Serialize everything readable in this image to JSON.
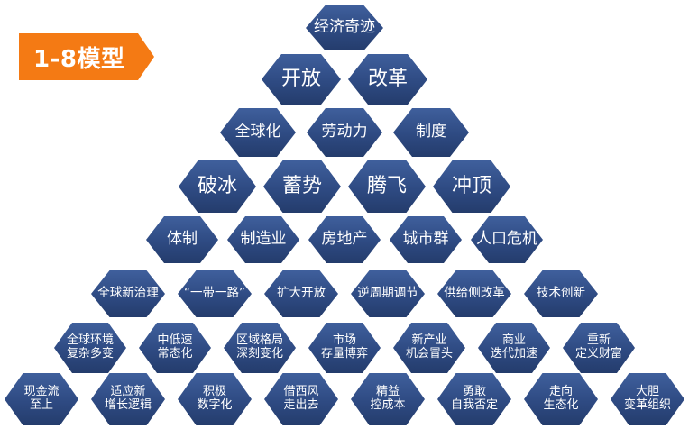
{
  "badge": {
    "label": "1-8模型",
    "color": "#f47a14"
  },
  "colors": {
    "hex_fill": "#2e4a82",
    "text": "#ffffff"
  },
  "rows": [
    [
      "经济奇迹"
    ],
    [
      "开放",
      "改革"
    ],
    [
      "全球化",
      "劳动力",
      "制度"
    ],
    [
      "破冰",
      "蓄势",
      "腾飞",
      "冲顶"
    ],
    [
      "体制",
      "制造业",
      "房地产",
      "城市群",
      "人口危机"
    ],
    [
      "全球新治理",
      "“一带一路”",
      "扩大开放",
      "逆周期调节",
      "供给侧改革",
      "技术创新"
    ],
    [
      "全球环境\n复杂多变",
      "中低速\n常态化",
      "区域格局\n深刻变化",
      "市场\n存量博弈",
      "新产业\n机会冒头",
      "商业\n迭代加速",
      "重新\n定义财富"
    ],
    [
      "现金流\n至上",
      "适应新\n增长逻辑",
      "积极\n数字化",
      "借西风\n走出去",
      "精益\n控成本",
      "勇敢\n自我否定",
      "走向\n生态化",
      "大胆\n变革组织"
    ]
  ]
}
